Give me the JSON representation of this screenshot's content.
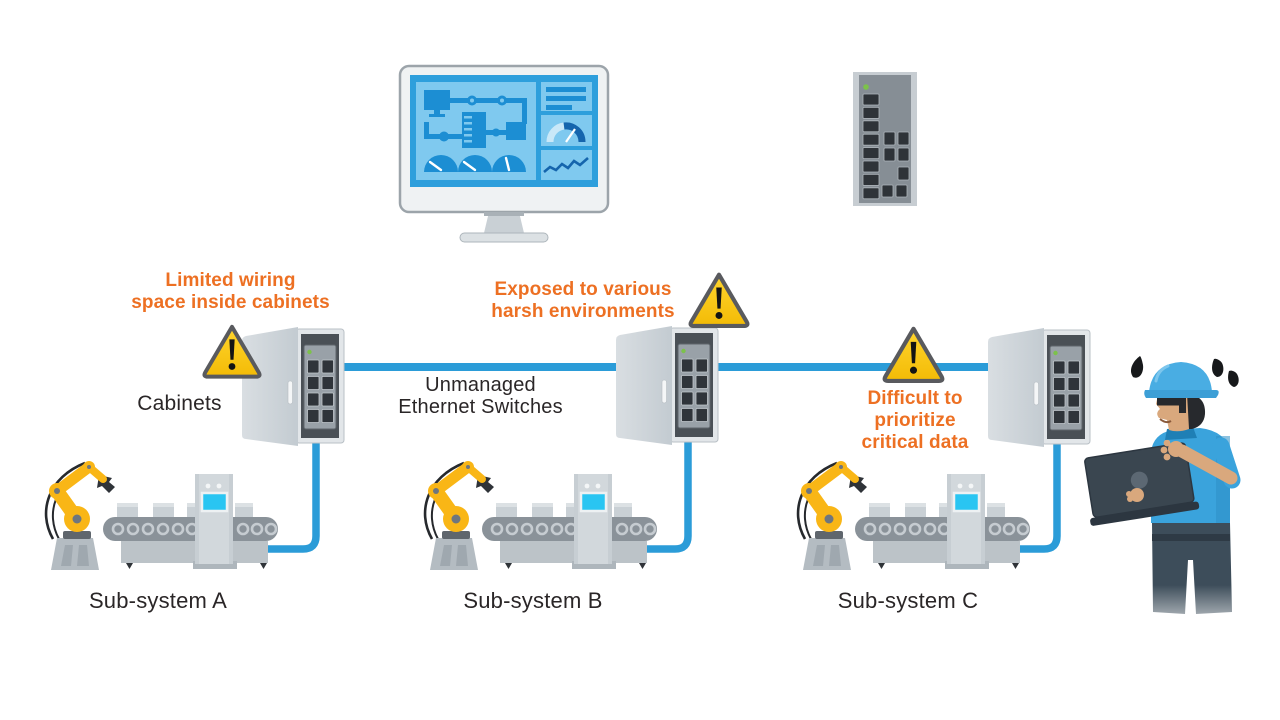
{
  "scene": {
    "description": "Industrial network diagram: unmanaged Ethernet switches inside cabinets link three factory sub-systems to a SCADA monitor, with warning callouts and a worried engineer holding a laptop"
  },
  "labels": {
    "cabinets": "Cabinets",
    "unmanaged_switches_line1": "Unmanaged",
    "unmanaged_switches_line2": "Ethernet Switches",
    "subsystem_a": "Sub-system A",
    "subsystem_b": "Sub-system B",
    "subsystem_c": "Sub-system C"
  },
  "warnings": [
    {
      "lines": [
        "Limited wiring",
        "space inside cabinets"
      ]
    },
    {
      "lines": [
        "Exposed to various",
        "harsh environments"
      ]
    },
    {
      "lines": [
        "Difficult to",
        "prioritize",
        "critical data"
      ]
    }
  ],
  "icons": {
    "monitor": "scada-dashboard-monitor-icon",
    "din_switch": "industrial-ethernet-switch-icon",
    "cabinet": "electrical-cabinet-with-switch-icon",
    "warning": "warning-triangle-icon",
    "subsystem": "robot-arm-conveyor-icon",
    "engineer": "worried-engineer-with-laptop-icon"
  },
  "colors": {
    "warning_text_orange": "#ED7023",
    "label_text_black": "#2A2627",
    "network_line_blue": "#2B9CD8",
    "warning_triangle_yellow": "#FBC70C",
    "warning_triangle_border": "#595A5E",
    "hmi_screen_blue": "#2E9FDC",
    "hmi_panel_light_blue": "#7FC9EF",
    "hmi_shape_blue": "#1C8ED3",
    "robot_yellow": "#F9B616",
    "hard_hat_blue": "#49ADE3",
    "screen_cyan": "#29C5F2",
    "cabinet_interior": "#4A5056",
    "switch_body_gray": "#868E95"
  }
}
